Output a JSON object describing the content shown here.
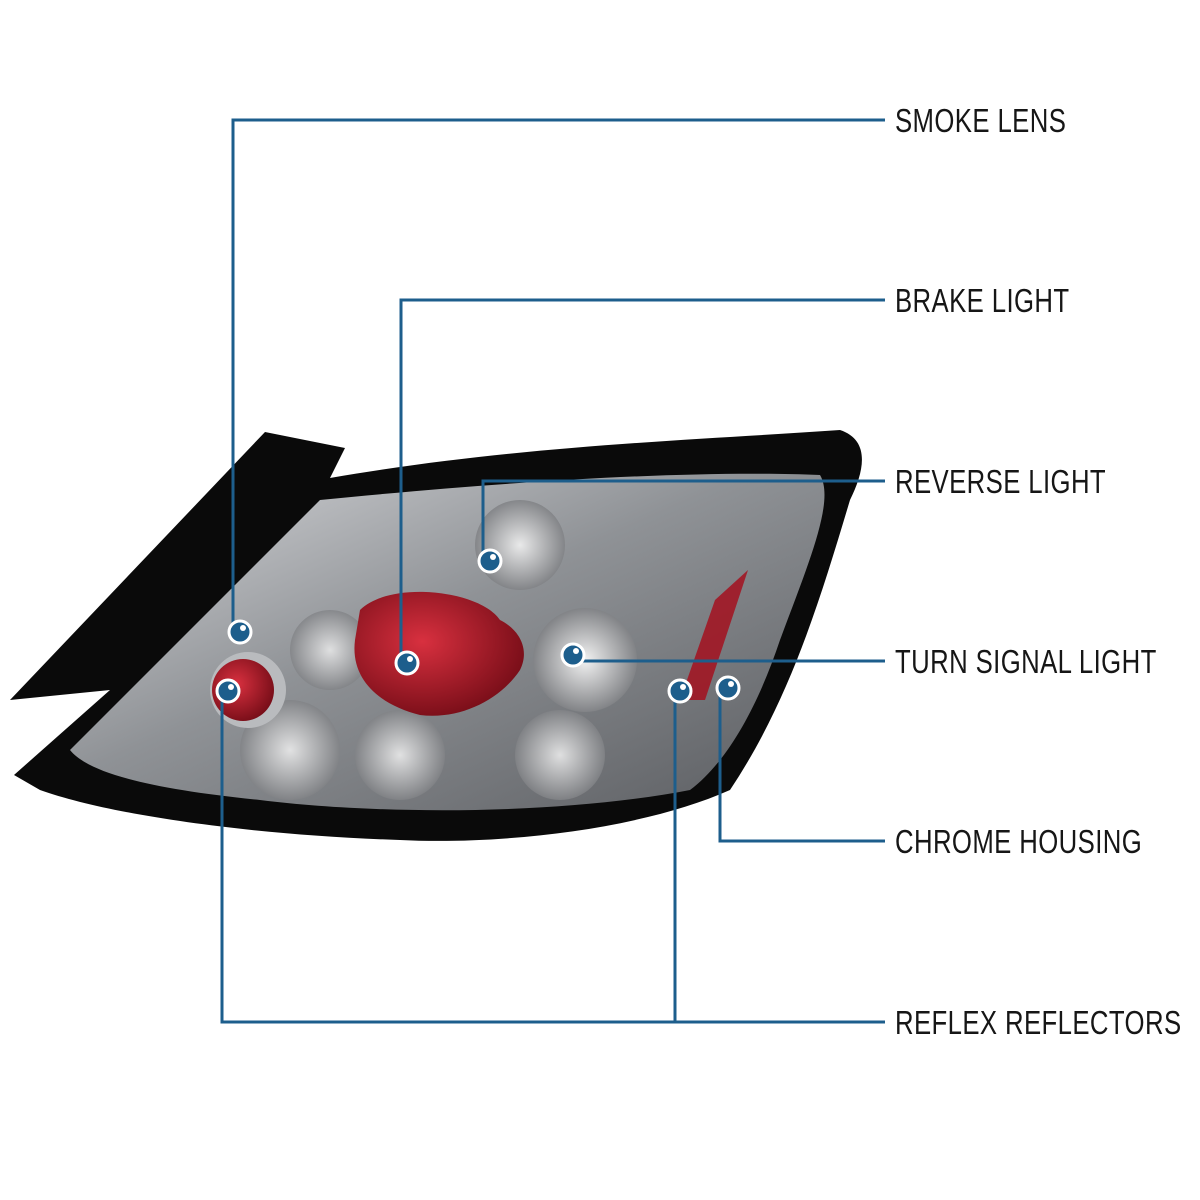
{
  "colors": {
    "callout": "#1d5e8c",
    "lens": "#8a8c90",
    "bezel": "#0a0a0a",
    "red": "#a3101e"
  },
  "callouts": [
    {
      "label": "SMOKE LENS"
    },
    {
      "label": "BRAKE LIGHT"
    },
    {
      "label": "REVERSE LIGHT"
    },
    {
      "label": "TURN SIGNAL LIGHT"
    },
    {
      "label": "CHROME HOUSING"
    },
    {
      "label": "REFLEX REFLECTORS"
    }
  ]
}
